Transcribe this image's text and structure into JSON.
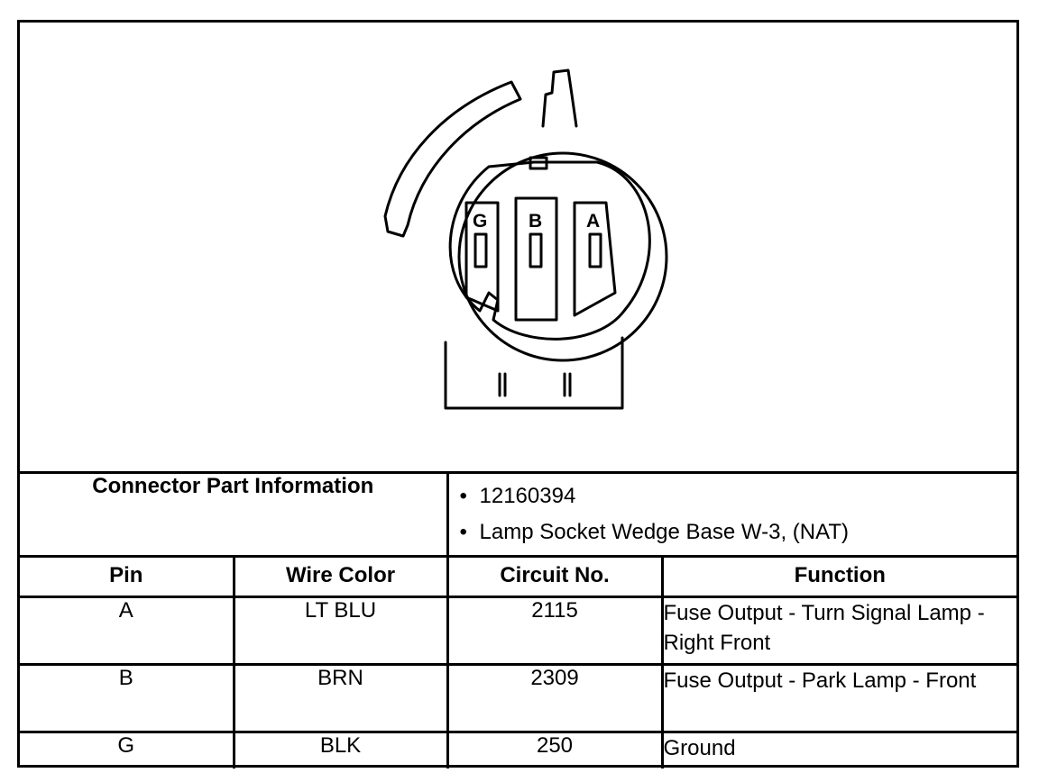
{
  "connector": {
    "pin_labels": [
      "G",
      "B",
      "A"
    ]
  },
  "part_info": {
    "label": "Connector Part Information",
    "items": [
      "12160394",
      "Lamp Socket Wedge Base W-3, (NAT)"
    ]
  },
  "table": {
    "headers": [
      "Pin",
      "Wire Color",
      "Circuit No.",
      "Function"
    ],
    "rows": [
      {
        "pin": "A",
        "wire_color": "LT BLU",
        "circuit": "2115",
        "function": "Fuse Output - Turn Signal Lamp - Right Front"
      },
      {
        "pin": "B",
        "wire_color": "BRN",
        "circuit": "2309",
        "function": "Fuse Output - Park  Lamp - Front"
      },
      {
        "pin": "G",
        "wire_color": "BLK",
        "circuit": "250",
        "function": "Ground"
      }
    ]
  }
}
